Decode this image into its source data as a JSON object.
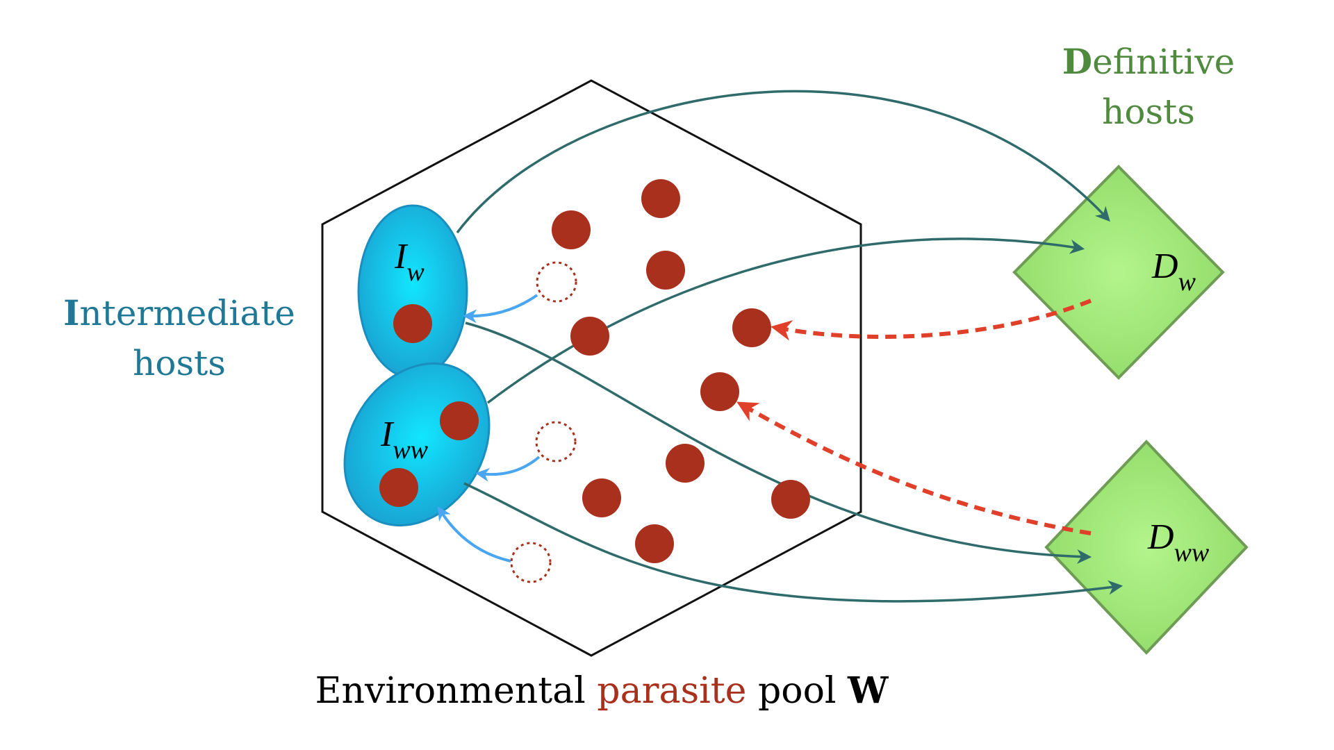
{
  "labels": {
    "intermediate": {
      "initial": "I",
      "rest": "ntermediate",
      "line2": "hosts"
    },
    "definitive": {
      "initial": "D",
      "rest": "efinitive",
      "line2": "hosts"
    },
    "pool": {
      "word1": "Environmental",
      "word2": "parasite",
      "word3": "pool",
      "symbol": "W"
    }
  },
  "nodes": {
    "iw": {
      "letter": "I",
      "sub": "w"
    },
    "iww": {
      "letter": "I",
      "sub": "ww"
    },
    "dw": {
      "letter": "D",
      "sub": "w"
    },
    "dww": {
      "letter": "D",
      "sub": "ww"
    }
  },
  "colors": {
    "intermediate_text": "#1f7896",
    "definitive_text": "#4f8a3f",
    "parasite": "#a8301c",
    "parasite_text": "#a8301c",
    "host_ellipse": "#18a6d6",
    "host_diamond": "#9fe679",
    "transmission_arrow": "#2f6b6b",
    "shedding_arrow": "#e0402a",
    "ingestion_arrow": "#4aa6f0"
  }
}
